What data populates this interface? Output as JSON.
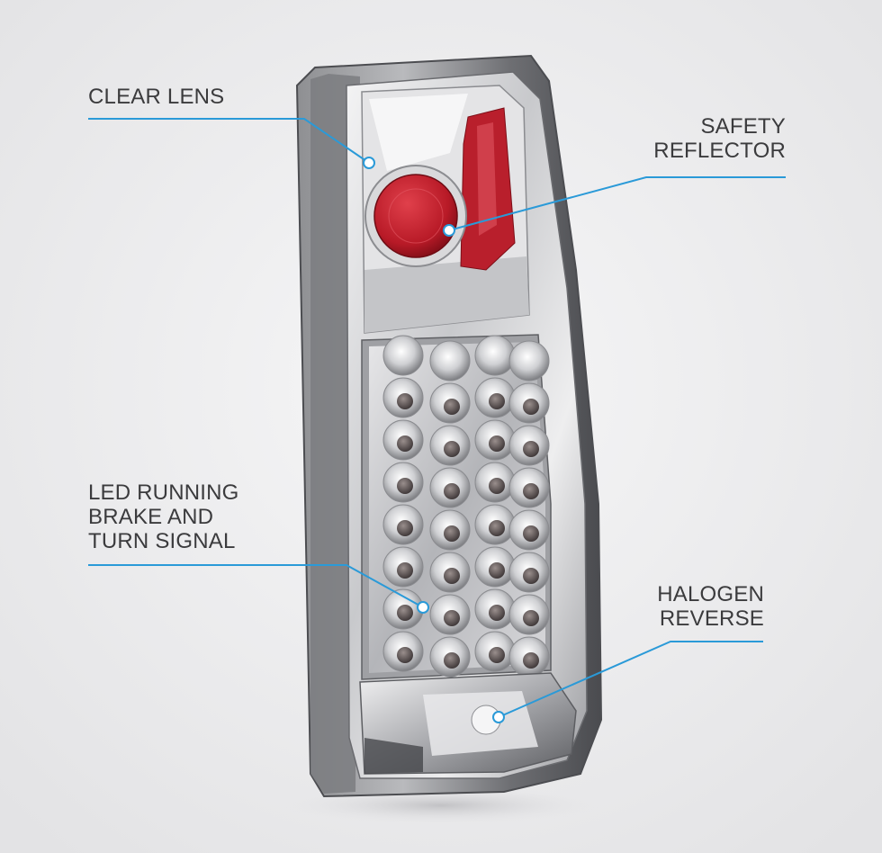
{
  "callouts": {
    "clear_lens": "CLEAR LENS",
    "safety_reflector": "SAFETY\nREFLECTOR",
    "led_running": "LED RUNNING\nBRAKE AND\nTURN SIGNAL",
    "halogen_reverse": "HALOGEN\nREVERSE"
  },
  "colors": {
    "accent": "#2a9ad8",
    "background": "#ededee",
    "reflector": "#c8202d",
    "label_text": "#3b3b3d"
  }
}
